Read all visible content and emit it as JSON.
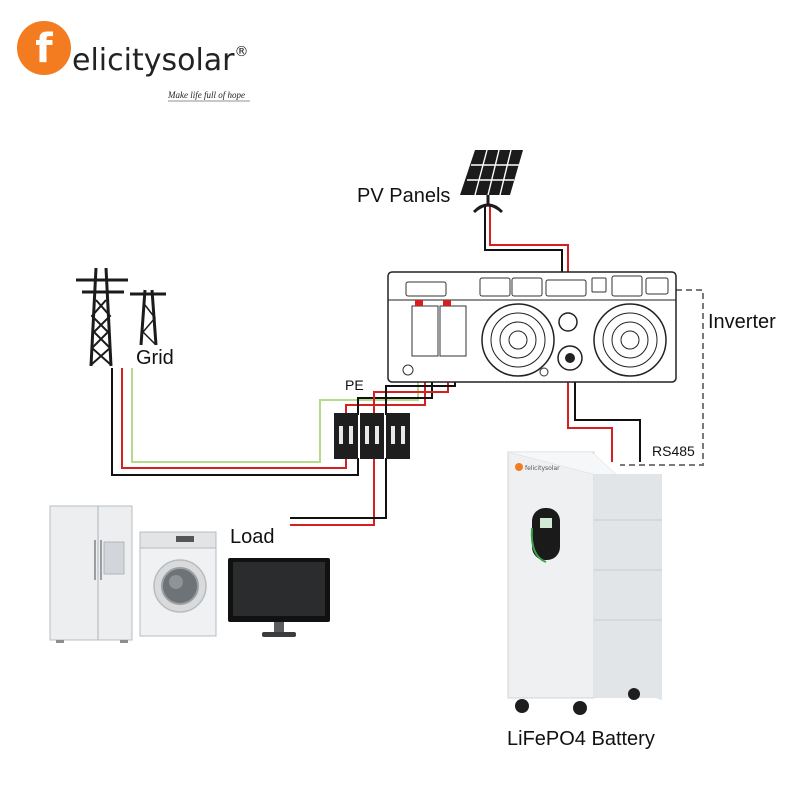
{
  "brand": {
    "logo_letter": "f",
    "name": "elicitysolar",
    "registered": "®",
    "tagline": "Make life full of hope",
    "color": "#f47c20"
  },
  "labels": {
    "pv_panels": "PV Panels",
    "inverter": "Inverter",
    "grid": "Grid",
    "pe": "PE",
    "rs485": "RS485",
    "load": "Load",
    "battery": "LiFePO4 Battery"
  },
  "battery_badge": {
    "brand_name": "felicitysolar"
  },
  "wire_colors": {
    "live": "#d42020",
    "neutral": "#111111",
    "earth": "#b7d98a",
    "comm": "#7a7a7a"
  }
}
